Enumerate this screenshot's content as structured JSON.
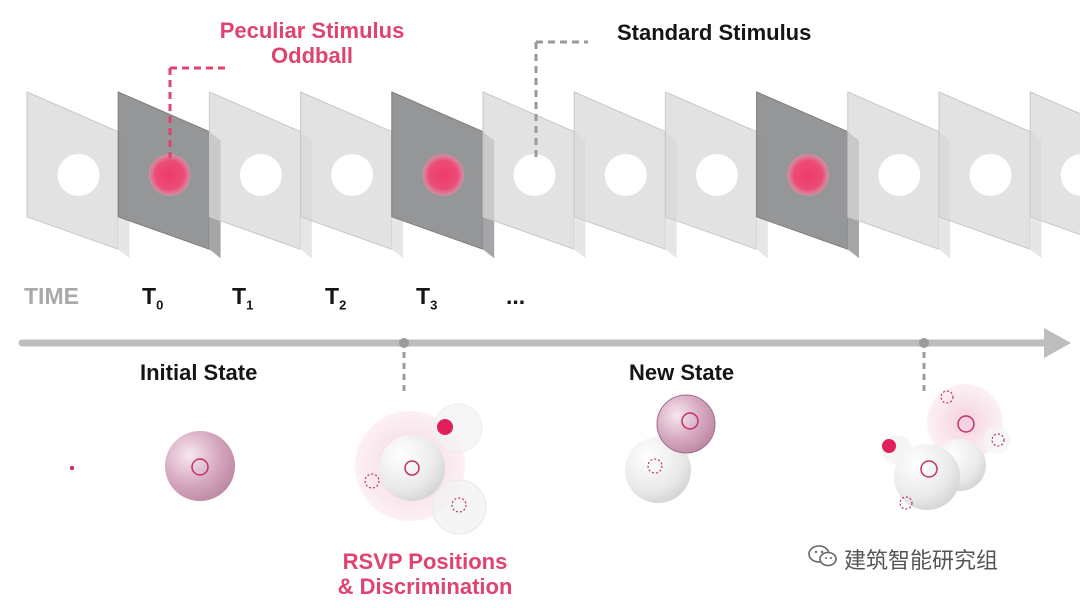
{
  "header": {
    "oddball_title_line1": "Peculiar Stimulus",
    "oddball_title_line2": "Oddball",
    "standard_title": "Standard Stimulus"
  },
  "timeline": {
    "time_label": "TIME",
    "steps": [
      {
        "base": "T",
        "sub": "0"
      },
      {
        "base": "T",
        "sub": "1"
      },
      {
        "base": "T",
        "sub": "2"
      },
      {
        "base": "T",
        "sub": "3"
      }
    ],
    "ellipsis": "..."
  },
  "states": {
    "initial": "Initial State",
    "new": "New State"
  },
  "footer": {
    "rsvp_line1": "RSVP Positions",
    "rsvp_line2": "& Discrimination"
  },
  "watermark": {
    "text": "建筑智能研究组",
    "icon": "wechat-icon"
  },
  "colors": {
    "accent_pink": "#e0436f",
    "panel_light": "#d9d9d9",
    "panel_dark": "#8f9092",
    "axis_gray": "#bdbdbd",
    "text_dark": "#151515"
  },
  "frames": {
    "count": 12,
    "oddball_indices": [
      1,
      4,
      8
    ]
  }
}
